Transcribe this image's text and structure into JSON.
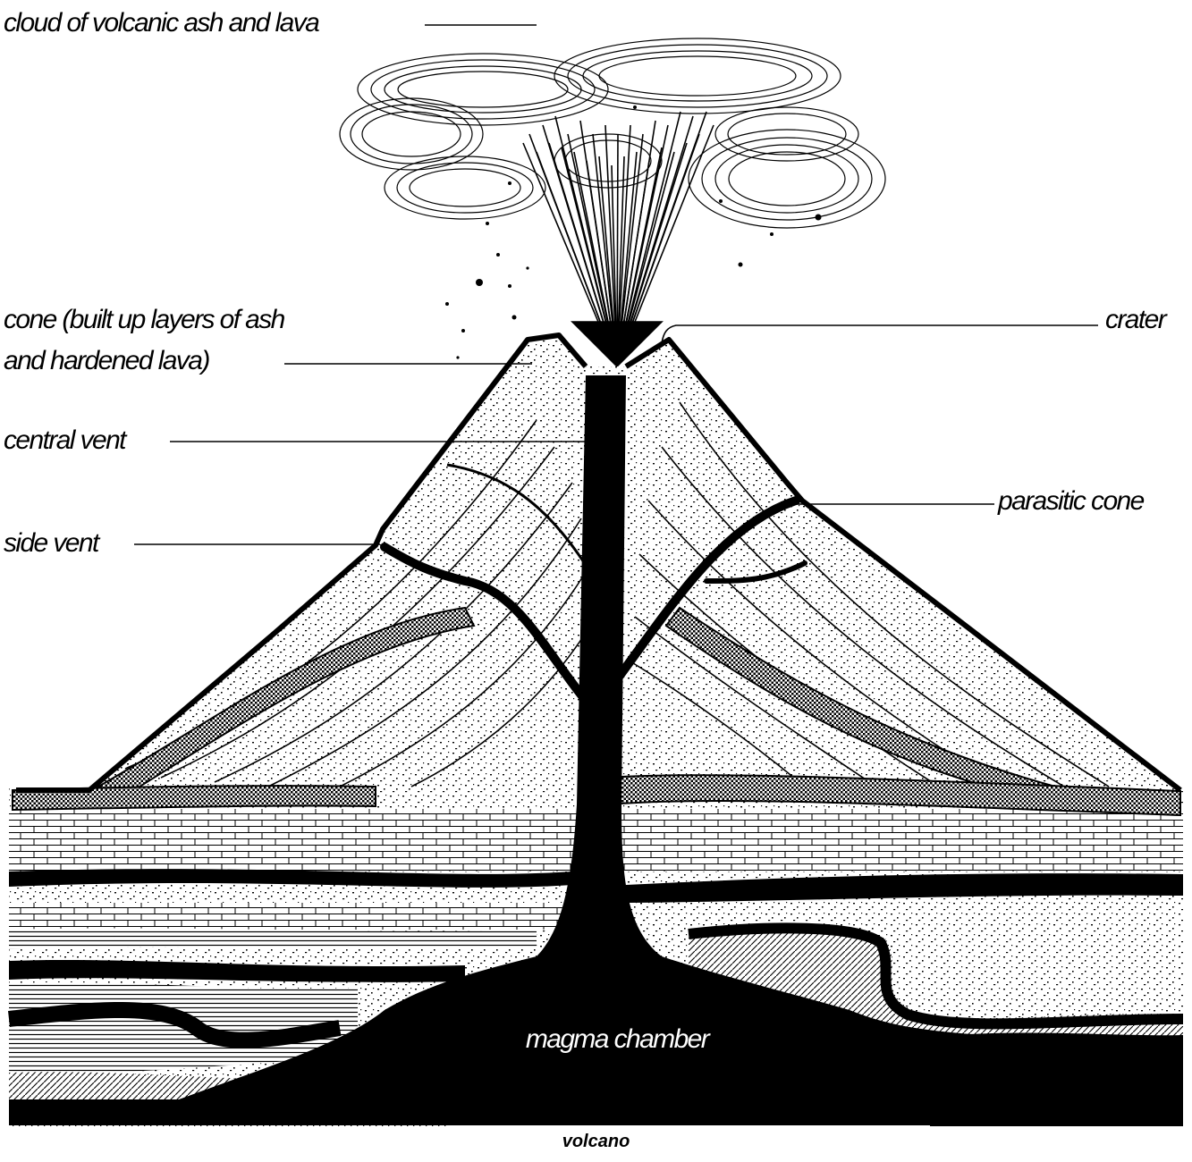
{
  "diagram": {
    "labels": {
      "cloud": "cloud of volcanic ash and lava",
      "cone_line1": "cone (built up layers of ash",
      "cone_line2": "and hardened lava)",
      "central_vent": "central vent",
      "side_vent": "side vent",
      "crater": "crater",
      "parasitic_cone": "parasitic cone",
      "magma_chamber": "magma chamber"
    },
    "caption": "volcano"
  }
}
